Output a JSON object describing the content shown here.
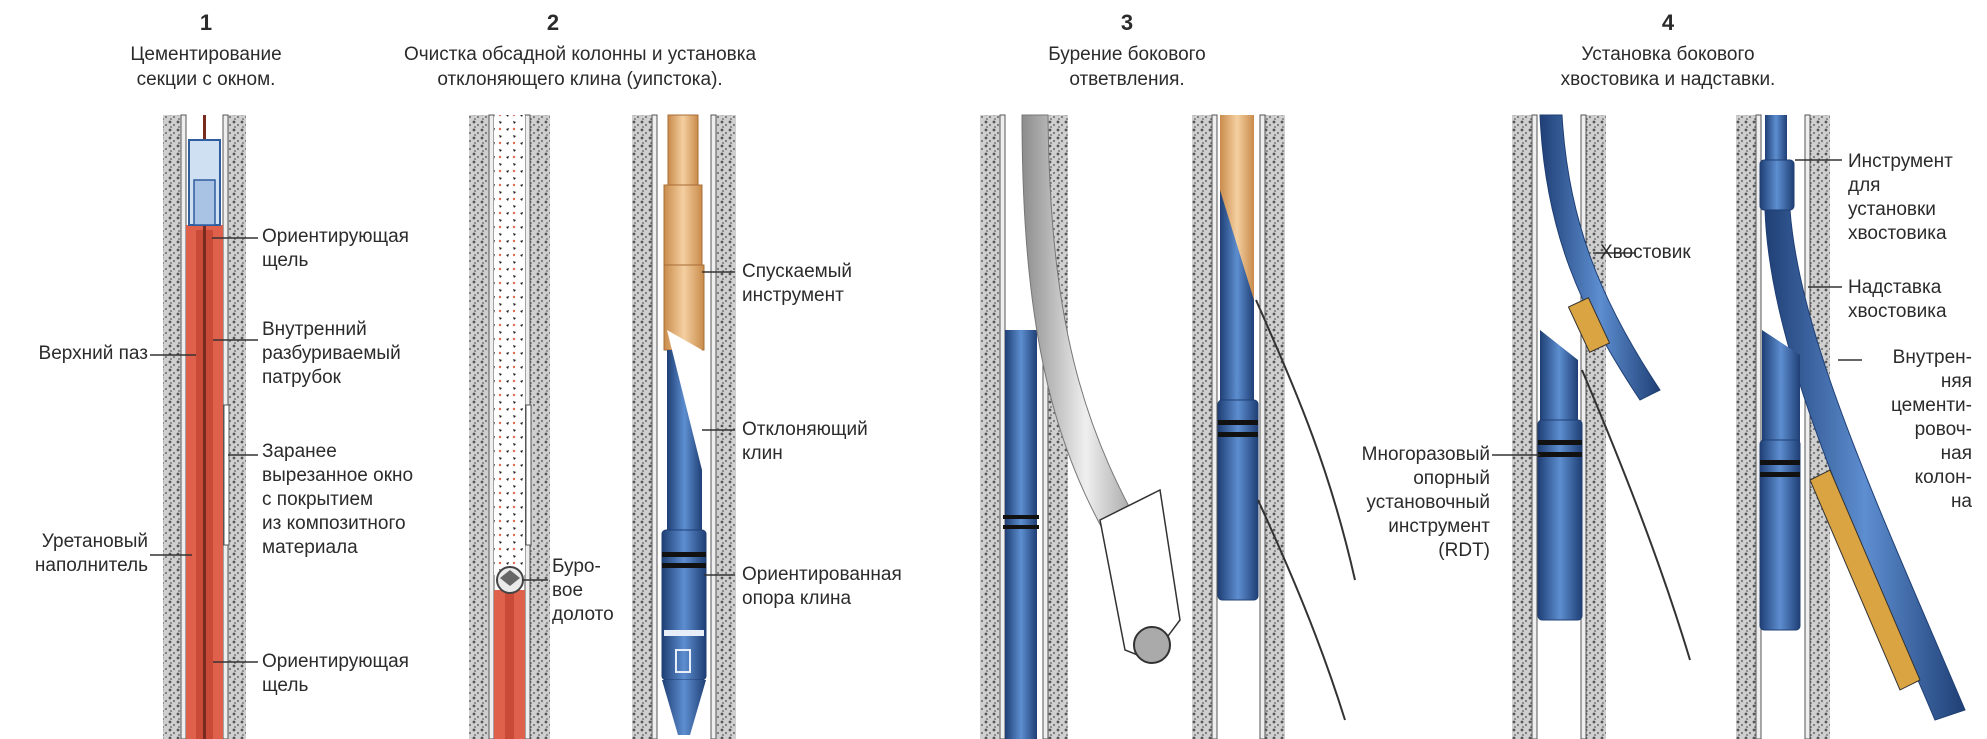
{
  "panels": [
    {
      "number": "1",
      "title_lines": [
        "Цементирование",
        "секции с окном."
      ]
    },
    {
      "number": "2",
      "title_lines": [
        "Очистка обсадной колонны и установка",
        "отклоняющего клина (уипстока)."
      ]
    },
    {
      "number": "3",
      "title_lines": [
        "Бурение бокового",
        "ответвления."
      ]
    },
    {
      "number": "4",
      "title_lines": [
        "Установка бокового",
        "хвостовика и надставки."
      ]
    }
  ],
  "labels": {
    "p1_orient_slot_top": [
      "Ориентирующая",
      "щель"
    ],
    "p1_upper_groove": [
      "Верхний паз"
    ],
    "p1_inner_sub": [
      "Внутренний",
      "разбуриваемый",
      "патрубок"
    ],
    "p1_window": [
      "Заранее",
      "вырезанное окно",
      "с покрытием",
      "из композитного",
      "материала"
    ],
    "p1_urethane": [
      "Уретановый",
      "наполнитель"
    ],
    "p1_orient_slot_bottom": [
      "Ориентирующая",
      "щель"
    ],
    "p2_bit": [
      "Буро-",
      "вое",
      "долото"
    ],
    "p2_running_tool": [
      "Спускаемый",
      "инструмент"
    ],
    "p2_whipstock": [
      "Отклоняющий",
      "клин"
    ],
    "p2_anchor": [
      "Ориентированная",
      "опора клина"
    ],
    "p4_liner": [
      "Хвостовик"
    ],
    "p4_rdt": [
      "Многоразовый",
      "опорный",
      "установочный",
      "инструмент",
      "(RDT)"
    ],
    "p4_setting_tool": [
      "Инструмент",
      "для",
      "установки",
      "хвостовика"
    ],
    "p4_liner_extension": [
      "Надставка",
      "хвостовика"
    ],
    "p4_inner_cement": [
      "Внутрен-",
      "няя",
      "цементи-",
      "ровоч-",
      "ная",
      "колон-",
      "на"
    ]
  },
  "colors": {
    "rock": "#8a8a8a",
    "casing": "#d9d9d9",
    "filler": "#e0614b",
    "tool_blue": "#2f5d9e",
    "tool_orange": "#e7b47c",
    "gray_pipe": "#bcbcbc",
    "text": "#2b2b2b"
  }
}
